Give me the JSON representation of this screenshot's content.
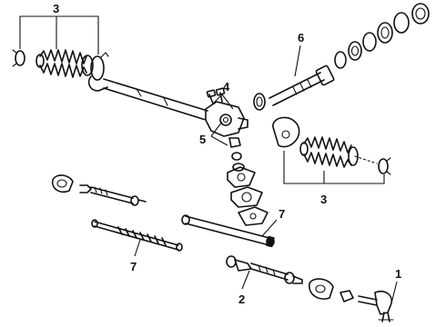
{
  "callouts": [
    {
      "id": "c1",
      "text": "1"
    },
    {
      "id": "c2",
      "text": "2"
    },
    {
      "id": "c3a",
      "text": "3"
    },
    {
      "id": "c3b",
      "text": "3"
    },
    {
      "id": "c4",
      "text": "4"
    },
    {
      "id": "c5",
      "text": "5"
    },
    {
      "id": "c6",
      "text": "6"
    },
    {
      "id": "c7a",
      "text": "7"
    },
    {
      "id": "c7b",
      "text": "7"
    }
  ]
}
